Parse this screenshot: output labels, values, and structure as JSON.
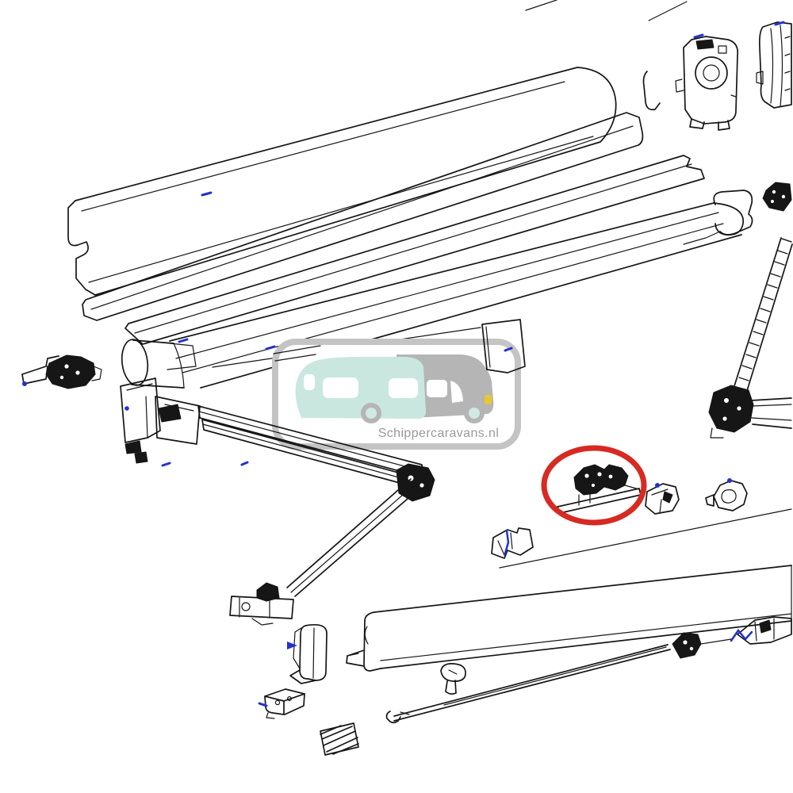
{
  "watermark": {
    "text": "Schippercaravans.nl",
    "text_color": "#9a9a9a",
    "box_border_color": "#c4c4c4",
    "caravan_color": "#c9e7df",
    "motorhome_color": "#b5b5b5",
    "headlight_color": "#e8c832",
    "wheel_hub_color": "#cfe9e3"
  },
  "colors": {
    "background": "#ffffff",
    "line": "#161616",
    "highlight_red": "#d62a22",
    "marker_blue": "#2331cf"
  },
  "highlight": {
    "shape": "ellipse",
    "highlighted_part": "rafter-support-bracket"
  },
  "parts": [
    "awning-case-lid-profile",
    "case-back-profile",
    "mounting-rail-profile",
    "roller-tube",
    "awning-fabric",
    "fabric-flap",
    "wall-bracket-winch",
    "shoulder-bracket",
    "upper-arm",
    "elbow-joint",
    "forearm",
    "arm-foot-fitting",
    "front-cover-cap",
    "end-cap-box",
    "spring-insert",
    "lead-rail",
    "rail-knob",
    "tension-rafter",
    "rafter-end-fittings",
    "rafter-support-bracket",
    "rafter-clamp-small",
    "rafter-clamp-right",
    "support-bracket-clip",
    "gearbox-end-bracket",
    "end-plate-bracket",
    "fabric-end-curl",
    "dense-knuckle",
    "support-leg-strut",
    "leg-elbow-joint",
    "leg-tube"
  ]
}
